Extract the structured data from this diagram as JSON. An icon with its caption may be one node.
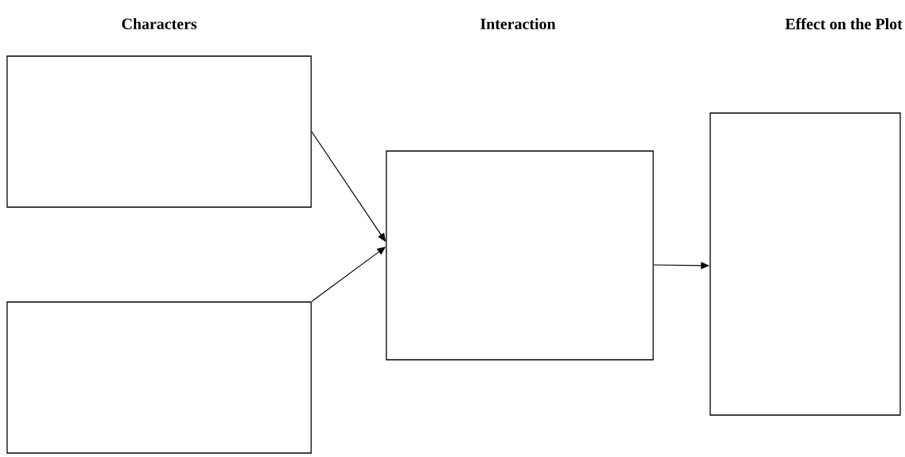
{
  "diagram": {
    "nodes": [
      {
        "text": [],
        "shape": "box"
      },
      {
        "text": [],
        "shape": "box"
      },
      {
        "text": [],
        "shape": "box"
      },
      {
        "text": [],
        "shape": "box"
      }
    ],
    "edges": [
      {
        "from": 0,
        "to": 2,
        "arrow": "to"
      },
      {
        "from": 1,
        "to": 2,
        "arrow": "to"
      },
      {
        "from": 2,
        "to": 3,
        "arrow": "to"
      }
    ],
    "labels": [
      "Characters",
      "Interaction",
      "Effect on the Plot"
    ]
  }
}
